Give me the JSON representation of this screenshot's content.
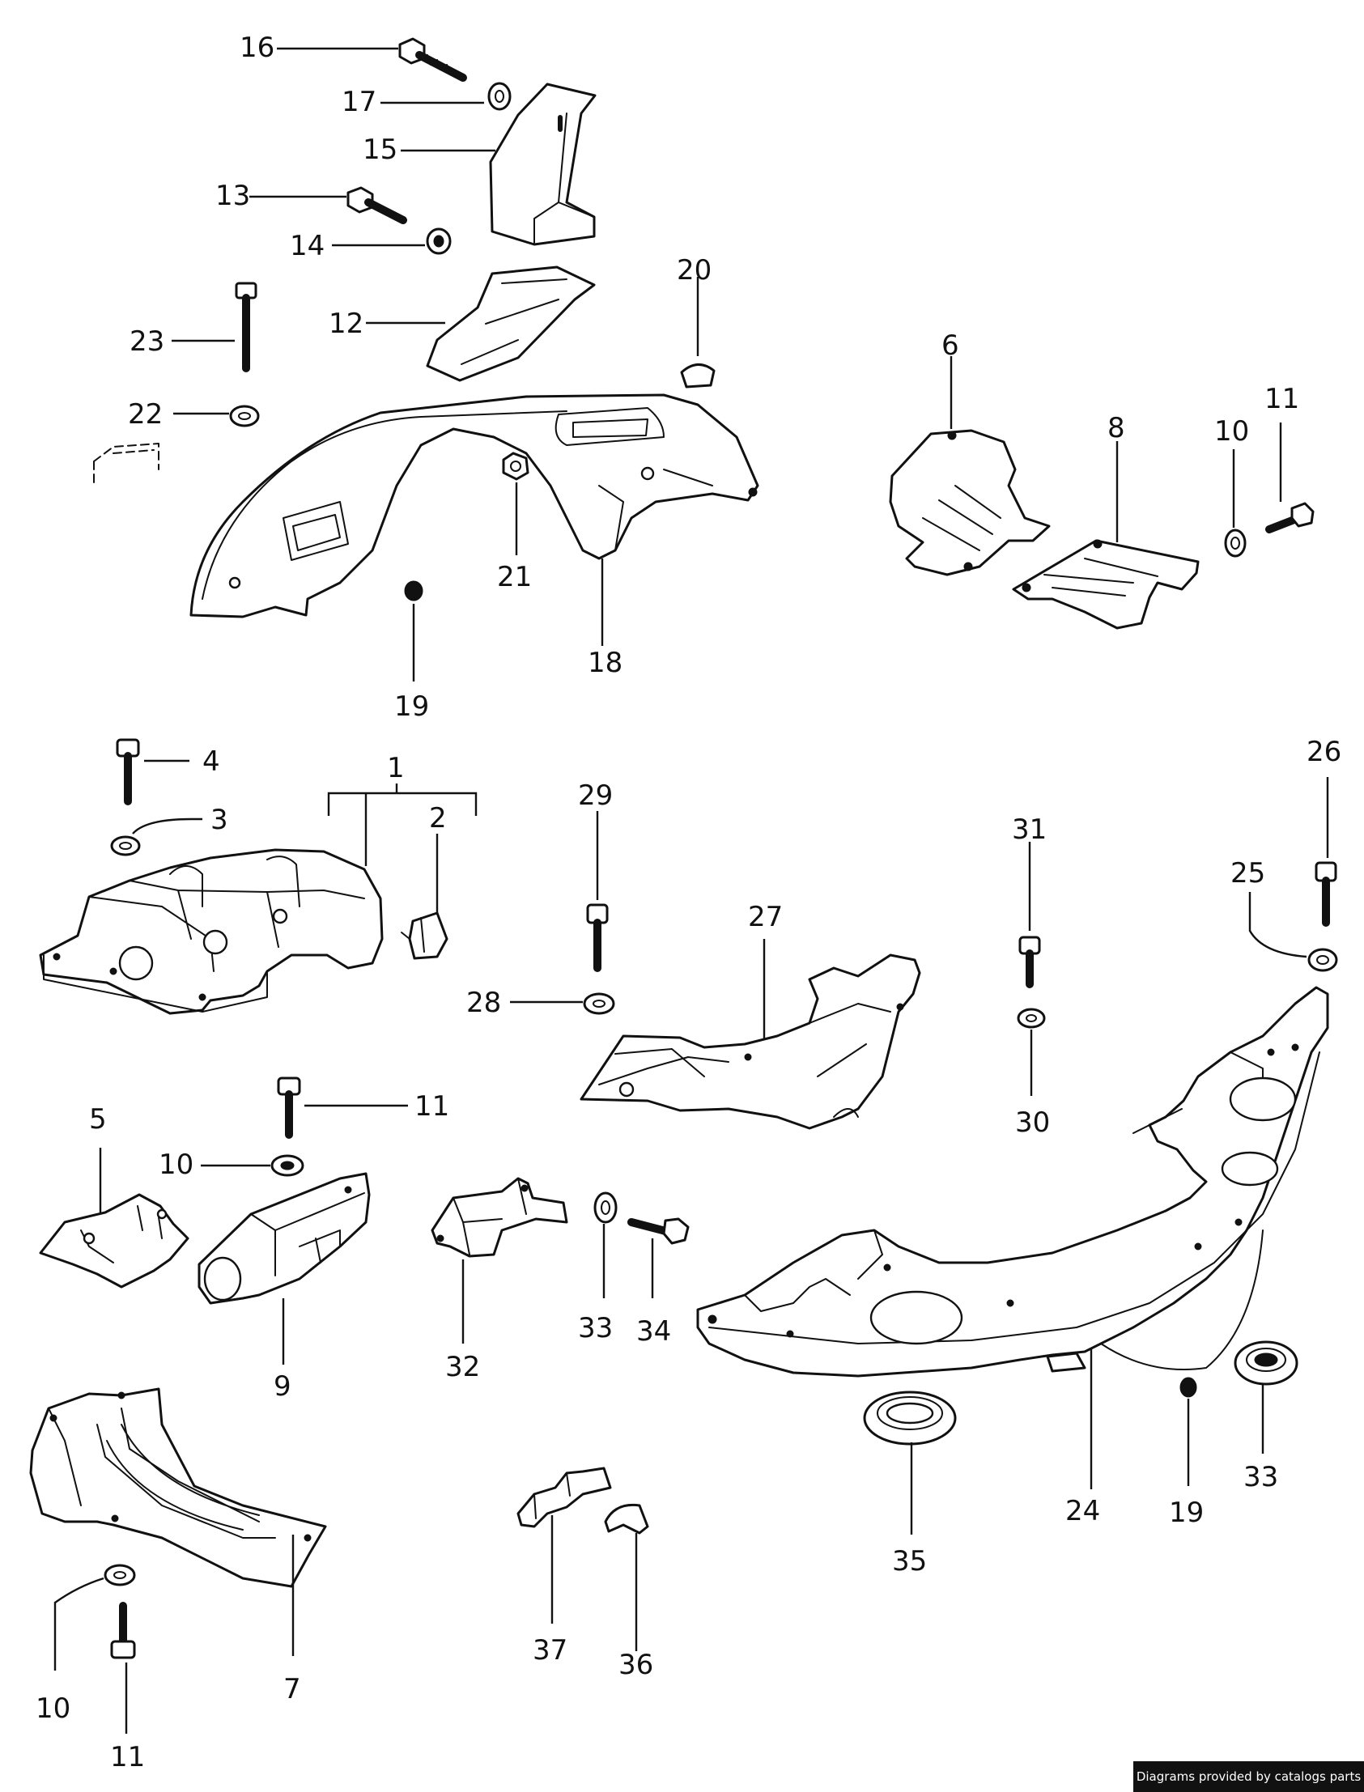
{
  "credit": "Diagrams provided by catalogs parts",
  "callouts": {
    "c1": "1",
    "c2": "2",
    "c3": "3",
    "c4": "4",
    "c5": "5",
    "c6": "6",
    "c7": "7",
    "c8": "8",
    "c9": "9",
    "c10a": "10",
    "c10b": "10",
    "c10c": "10",
    "c11a": "11",
    "c11b": "11",
    "c11c": "11",
    "c12": "12",
    "c13": "13",
    "c14": "14",
    "c15": "15",
    "c16": "16",
    "c17": "17",
    "c18": "18",
    "c19a": "19",
    "c19b": "19",
    "c20": "20",
    "c21": "21",
    "c22": "22",
    "c23": "23",
    "c24": "24",
    "c25": "25",
    "c26": "26",
    "c27": "27",
    "c28": "28",
    "c29": "29",
    "c30": "30",
    "c31": "31",
    "c32": "32",
    "c33a": "33",
    "c33b": "33",
    "c34": "34",
    "c35": "35",
    "c36": "36",
    "c37": "37"
  }
}
